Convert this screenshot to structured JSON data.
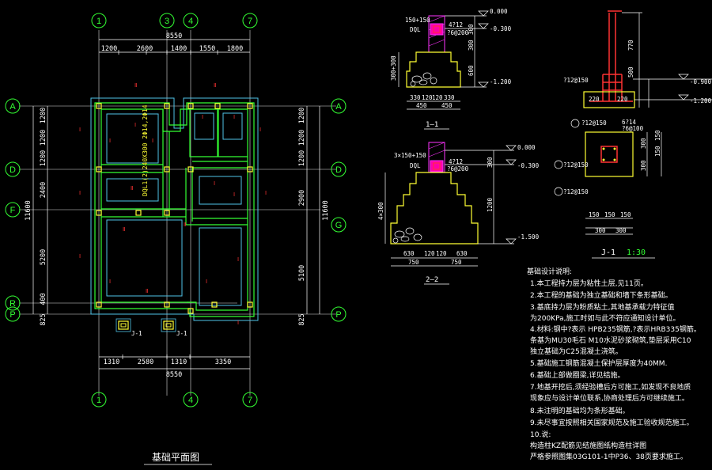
{
  "plan": {
    "top_axes": [
      "1",
      "3",
      "4",
      "7"
    ],
    "bottom_axes": [
      "1",
      "4",
      "7"
    ],
    "left_axes": [
      "A",
      "D",
      "F",
      "R",
      "P"
    ],
    "right_axes": [
      "A",
      "D",
      "G",
      "P"
    ],
    "top_total": "8550",
    "top_dims": [
      "1200",
      "2600",
      "1400",
      "1550",
      "1800"
    ],
    "bottom_dims": [
      "1310",
      "2580",
      "1310",
      "3350"
    ],
    "bottom_total": "8550",
    "left_total": "11600",
    "left_dims": [
      "1200",
      "1200",
      "1200",
      "2400",
      "5200",
      "400",
      "825"
    ],
    "right_total": "11600",
    "right_dims": [
      "1200",
      "1200",
      "1200",
      "2900",
      "5100",
      "825"
    ],
    "beam_label": "DQL1(2)240X300  2Φ14,2Φ14",
    "column_labels": [
      "J-1",
      "J-1"
    ],
    "title": "基础平面图"
  },
  "section11": {
    "top_label": "150+150",
    "dql": "DQL",
    "rebar": "4?12",
    "stirrup": "?6@200",
    "elev": [
      "0.000",
      "-0.300",
      "-1.200"
    ],
    "dims_v": [
      "300",
      "300",
      "600"
    ],
    "left_v": "300+300",
    "bot_dims": [
      "330",
      "120",
      "120",
      "330"
    ],
    "bot_total": [
      "450",
      "450"
    ],
    "name": "1—1"
  },
  "section22": {
    "top_label": "3×150+150",
    "dql": "DQL",
    "rebar": "4?12",
    "stirrup": "?6@200",
    "elev": [
      "0.000",
      "-0.300",
      "-1.500"
    ],
    "dims_v": [
      "300",
      "1200"
    ],
    "left_v": "4×300",
    "bot_dims": [
      "630",
      "120",
      "120",
      "630"
    ],
    "bot_total": [
      "750",
      "750"
    ],
    "name": "2—2"
  },
  "detailJ1": {
    "elev": [
      "-0.900",
      "-1.200"
    ],
    "rebar_a": "?12@150",
    "rebar_b": "?12@150",
    "rebar_c": "?12@150",
    "rebar_d": "?12@150",
    "tie": "6?14",
    "tie2": "?6@100",
    "dims_top": [
      "770",
      "500"
    ],
    "dims_side": [
      "300",
      "150",
      "150",
      "300"
    ],
    "dims_bot": [
      "150",
      "150",
      "150"
    ],
    "dims_bot_total": [
      "300",
      "300"
    ],
    "plan_dims": [
      "220",
      "220"
    ],
    "name": "J-1",
    "scale": "1:30"
  },
  "notes": {
    "title": "基础设计说明:",
    "lines": [
      "1.本工程持力层为粘性土层,见11页。",
      "2.本工程的基础为独立基础和墙下条形基础。",
      "3.基底持力层为粉质粘土,其地基承载力特征值",
      "  为200KPa,施工时如与此不符应通知设计单位。",
      "4.材料:钢中?表示 HPB235钢筋,?表示HRB335钢筋。",
      "  条基为MU30毛石 M10水泥砂浆砌筑,垫层采用C10",
      "  独立基础为C25混凝土浇筑。",
      "5.基础施工钢筋混凝土保护层厚度为40MM.",
      "6.基础上部做圈梁,详见结施。",
      "7.地基开挖后,须经验槽后方可施工,如发现不良地质",
      "  现象应与设计单位联系,协商处理后方可继续施工。",
      "8.未注明的基础均为条形基础。",
      "9.未尽事宜按照相关国家规范及施工验收规范施工。",
      "10.说:",
      "  构造柱KZ配筋见结施图纸构造柱详图",
      "  严格参照图集03G101-1中P36、38页要求施工。"
    ]
  }
}
